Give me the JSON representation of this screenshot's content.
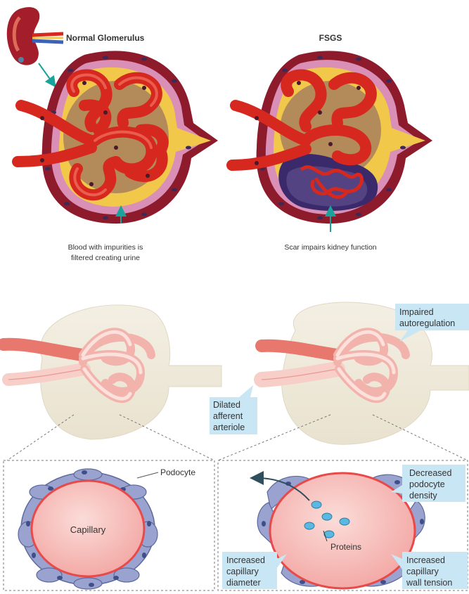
{
  "top_panel": {
    "normal": {
      "title": "Normal Glomerulus",
      "caption_line1": "Blood with impurities is",
      "caption_line2": "filtered creating urine"
    },
    "fsgs": {
      "title": "FSGS",
      "caption": "Scar impairs kidney function"
    }
  },
  "bottom_panel": {
    "normal": {
      "podocyte_label": "Podocyte",
      "capillary_label": "Capillary"
    },
    "disease": {
      "impaired_autoregulation": [
        "Impaired",
        "autoregulation"
      ],
      "dilated_afferent": [
        "Dilated",
        "afferent",
        "arteriole"
      ],
      "decreased_podocyte": [
        "Decreased",
        "podocyte",
        "density"
      ],
      "proteins_label": "Proteins",
      "increased_diameter": [
        "Increased",
        "capillary",
        "diameter"
      ],
      "increased_tension": [
        "Increased",
        "capillary",
        "wall tension"
      ]
    }
  },
  "colors": {
    "vessel_red": "#d6281e",
    "capsule_maroon": "#8e1b2c",
    "capsule_pink": "#d98fb6",
    "filtrate_yellow": "#f2c84b",
    "scar_purple": "#3b2a6b",
    "arrow_teal": "#1aa39a",
    "label_blue": "#c9e6f4",
    "podocyte_blue": "#9aa2cf",
    "protein_blue": "#5bb8e0"
  }
}
